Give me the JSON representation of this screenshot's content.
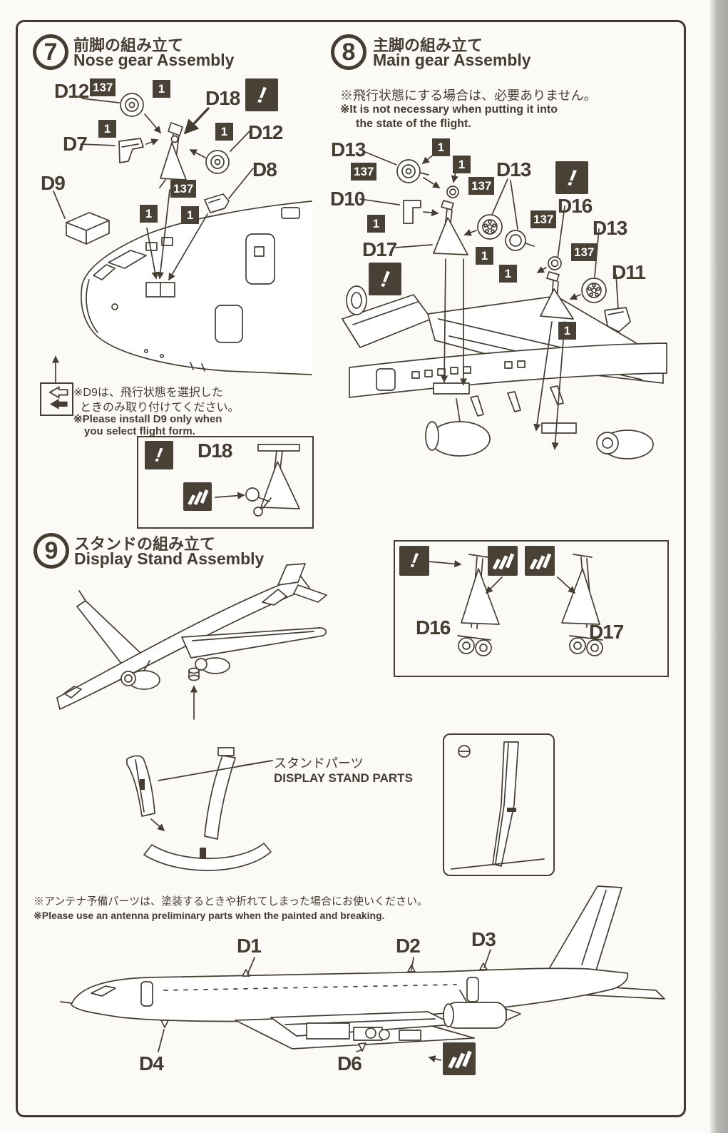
{
  "page": {
    "bg": "#fbfaf6",
    "ink": "#453d32"
  },
  "badges": {
    "runner": "137",
    "qty": "1"
  },
  "icons": {
    "caution": "!"
  },
  "step7": {
    "number": "7",
    "title_jp": "前脚の組み立て",
    "title_en": "Nose gear Assembly",
    "labels": {
      "d12_top": "D12",
      "d18": "D18",
      "d7": "D7",
      "d12_right": "D12",
      "d8": "D8",
      "d9": "D9"
    },
    "note": {
      "jp1": "※D9は、飛行状態を選択した",
      "jp2": "ときのみ取り付けてください。",
      "en1": "※Please install D9 only when",
      "en2": "you select flight form."
    },
    "inset": {
      "d18": "D18"
    }
  },
  "step8": {
    "number": "8",
    "title_jp": "主脚の組み立て",
    "title_en": "Main gear Assembly",
    "note_jp": "※飛行状態にする場合は、必要ありません。",
    "note_en1": "※It is not necessary when putting it into",
    "note_en2": "the state of the flight.",
    "labels": {
      "d13_a": "D13",
      "d13_b": "D13",
      "d13_c": "D13",
      "d10": "D10",
      "d16": "D16",
      "d17": "D17",
      "d11": "D11"
    }
  },
  "gear_inset": {
    "d16": "D16",
    "d17": "D17"
  },
  "step9": {
    "number": "9",
    "title_jp": "スタンドの組み立て",
    "title_en": "Display Stand Assembly",
    "stand_jp": "スタンドパーツ",
    "stand_en": "DISPLAY STAND PARTS"
  },
  "bottom": {
    "note_jp": "※アンテナ予備パーツは、塗装するときや折れてしまった場合にお使いください。",
    "note_en": "※Please use an antenna preliminary parts when the painted and breaking.",
    "labels": {
      "d1": "D1",
      "d2": "D2",
      "d3": "D3",
      "d4": "D4",
      "d6": "D6"
    }
  }
}
